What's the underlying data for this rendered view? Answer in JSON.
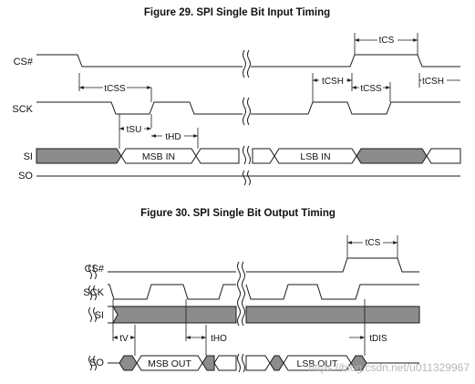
{
  "figure29": {
    "title": "Figure 29.  SPI Single Bit Input Timing",
    "signals": [
      "CS#",
      "SCK",
      "SI",
      "SO"
    ],
    "params": [
      "tCS",
      "tCSS",
      "tCSH",
      "tCSS",
      "tCSH",
      "tSU",
      "tHD"
    ],
    "cells": [
      "MSB IN",
      "LSB IN"
    ]
  },
  "figure30": {
    "title": "Figure 30.  SPI Single Bit Output Timing",
    "signals": [
      "CS#",
      "SCK",
      "SI",
      "SO"
    ],
    "params": [
      "tCS",
      "tV",
      "tHO",
      "tDIS"
    ],
    "cells": [
      "MSB OUT",
      "LSB OUT"
    ]
  },
  "watermark": "https://blog.csdn.net/u011329967",
  "colors": {
    "line": "#1a1a1a",
    "shade": "#8c8c8c",
    "arrow": "#1a1a1a"
  }
}
